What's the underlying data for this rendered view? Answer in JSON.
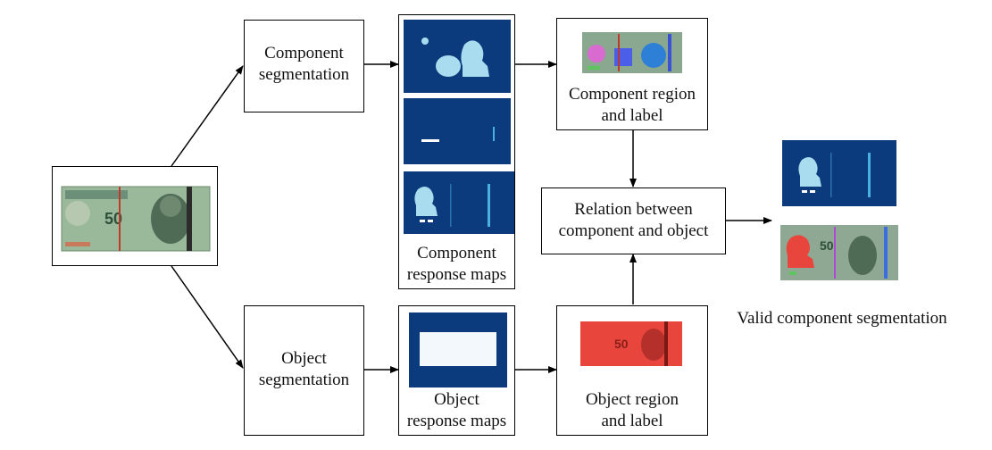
{
  "diagram": {
    "nodes": {
      "component_segmentation": {
        "line1": "Component",
        "line2": "segmentation"
      },
      "object_segmentation": {
        "line1": "Object",
        "line2": "segmentation"
      },
      "component_response_maps": {
        "line1": "Component",
        "line2": "response maps"
      },
      "object_response_maps": {
        "line1": "Object",
        "line2": "response maps"
      },
      "component_region_label": {
        "line1": "Component region",
        "line2": "and label"
      },
      "object_region_label": {
        "line1": "Object region",
        "line2": "and label"
      },
      "relation": {
        "line1": "Relation between",
        "line2": "component and object"
      },
      "valid_output": {
        "caption": "Valid component segmentation"
      }
    },
    "colors": {
      "response_map_background": "#0b3b7c",
      "response_map_foreground": "#a9dcef",
      "object_region_overlay": "#e8453c"
    }
  }
}
